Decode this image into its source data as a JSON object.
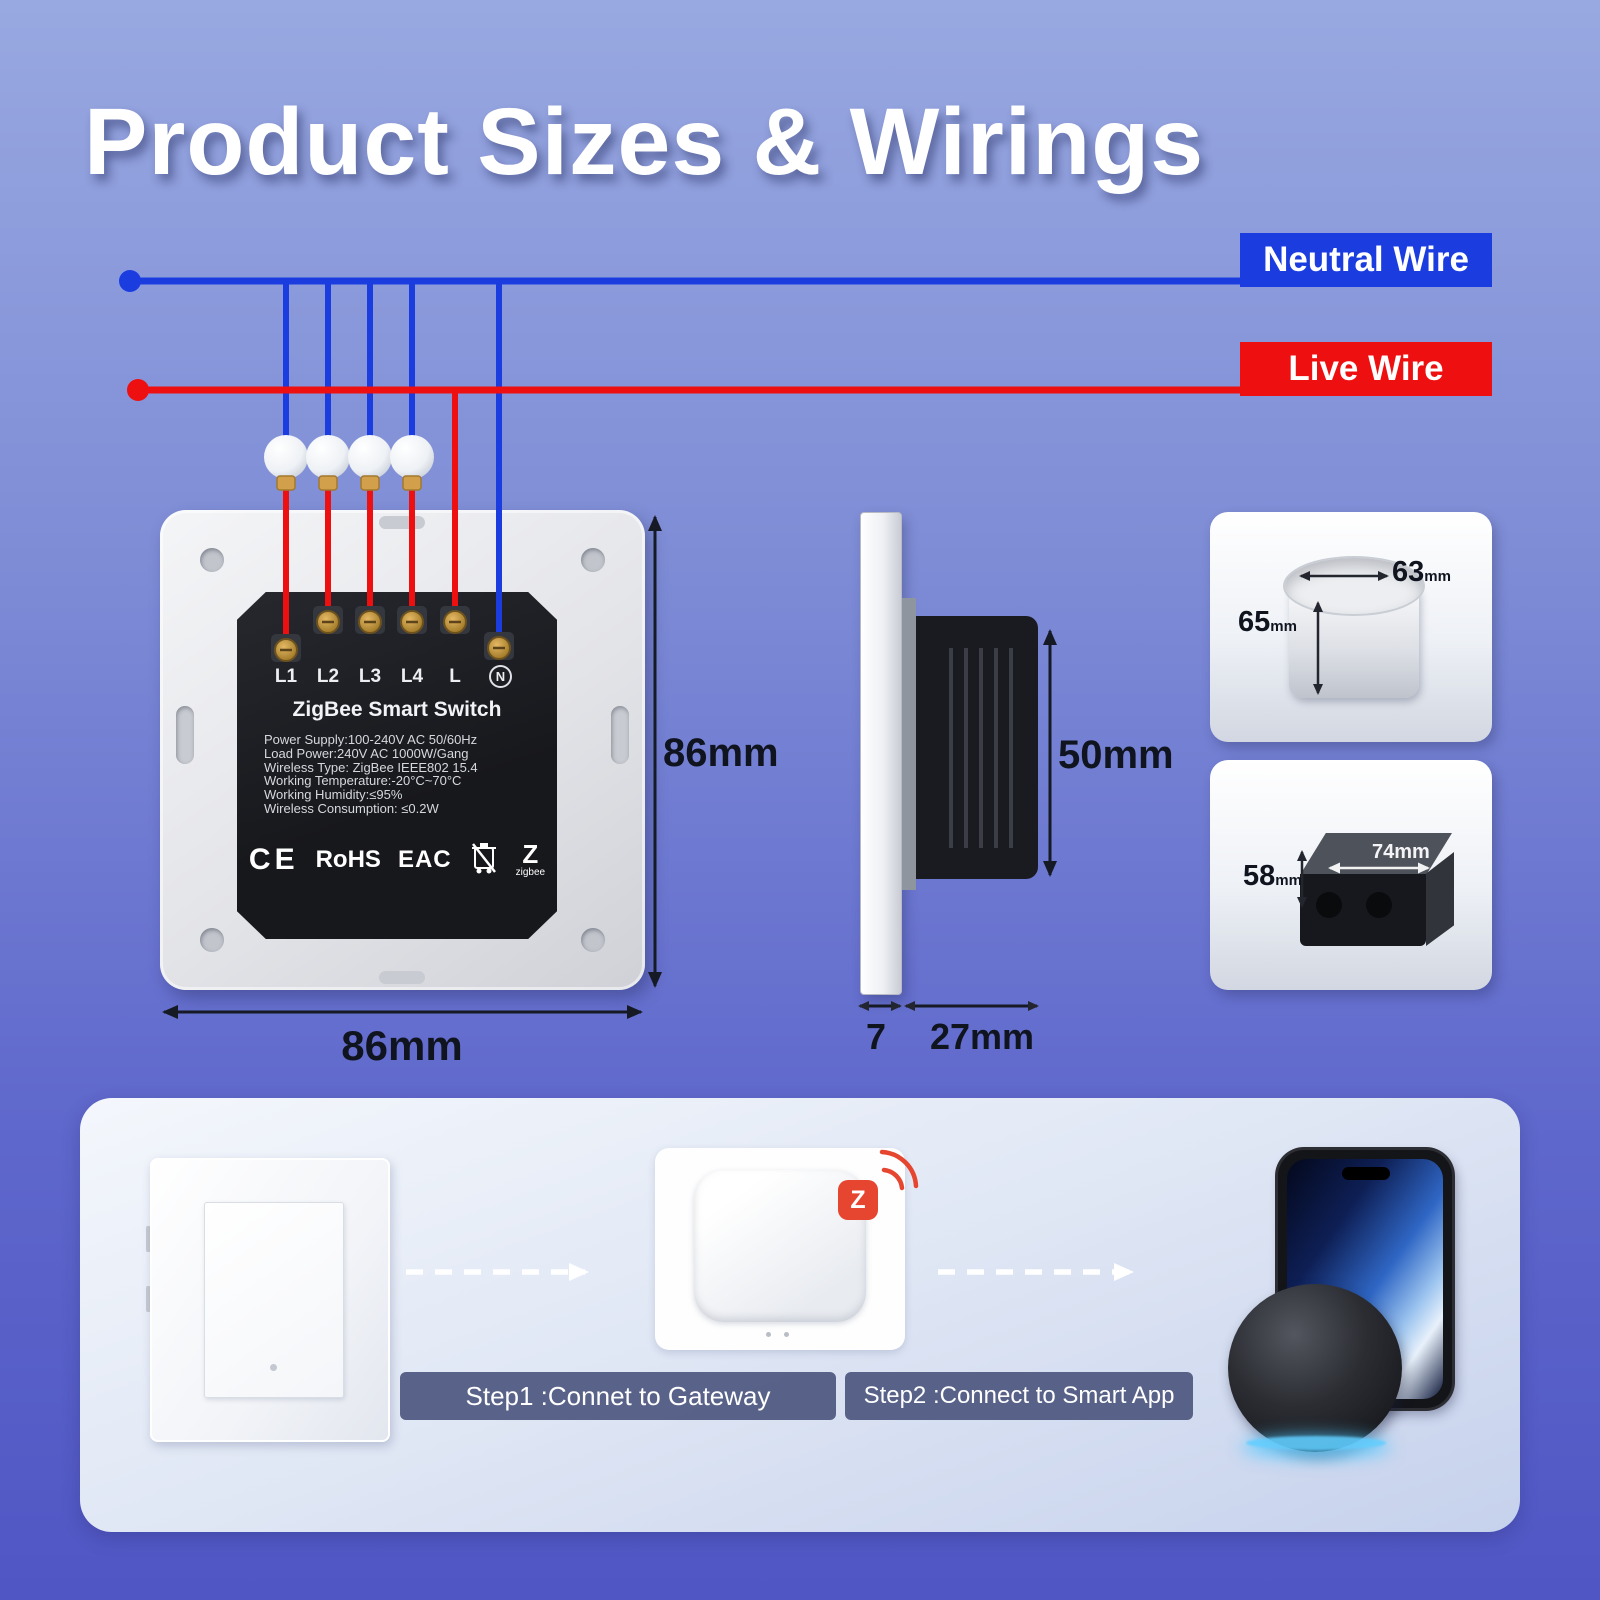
{
  "title": "Product Sizes & Wirings",
  "colors": {
    "neutral_wire": "#1b3de0",
    "live_wire": "#ee1010"
  },
  "wiring": {
    "neutral_label": "Neutral Wire",
    "live_label": "Live Wire"
  },
  "switch_back": {
    "terminals": [
      "L1",
      "L2",
      "L3",
      "L4",
      "L"
    ],
    "neutral_terminal": "N",
    "product_name": "ZigBee Smart Switch",
    "specs": [
      "Power Supply:100-240V AC 50/60Hz",
      "Load Power:240V AC 1000W/Gang",
      "Wireless Type: ZigBee IEEE802 15.4",
      "Working Temperature:-20°C~70°C",
      "Working Humidity:≤95%",
      "Wireless Consumption: ≤0.2W"
    ],
    "certifications": {
      "ce": "CE",
      "rohs": "RoHS",
      "eac": "EAC",
      "zigbee_letter": "Z",
      "zigbee_text": "zigbee"
    },
    "height_label": "86mm",
    "width_label": "86mm"
  },
  "side_view": {
    "depth_label": "50mm",
    "panel_thickness_label": "7",
    "module_depth_label": "27mm"
  },
  "mount_boxes": {
    "round_box": {
      "diameter_value": "63",
      "diameter_unit": "mm",
      "depth_value": "65",
      "depth_unit": "mm"
    },
    "square_box": {
      "width_label": "74mm",
      "depth_value": "58",
      "depth_unit": "mm"
    }
  },
  "gateway": {
    "logo_letter": "Z"
  },
  "steps": {
    "step1_label": "Step1 :Connet to Gateway",
    "step2_label": "Step2 :Connect to Smart App"
  }
}
